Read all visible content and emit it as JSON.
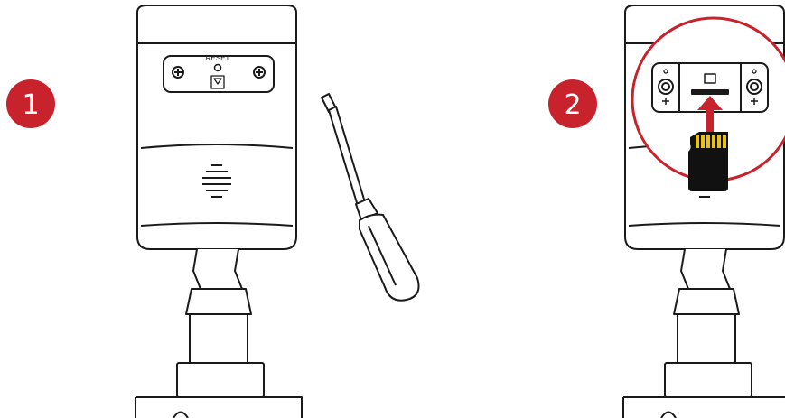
{
  "steps": [
    {
      "number": "1"
    },
    {
      "number": "2"
    }
  ],
  "camera": {
    "reset_label": "RESET"
  },
  "colors": {
    "accent": "#c8232c",
    "sd_card": "#111111",
    "sd_contacts": "#e8c21a",
    "line": "#1a1a1a"
  },
  "icons": [
    "screwdriver-icon",
    "microsd-card-icon",
    "insert-arrow-icon",
    "screw-icon",
    "reset-hole-icon"
  ]
}
